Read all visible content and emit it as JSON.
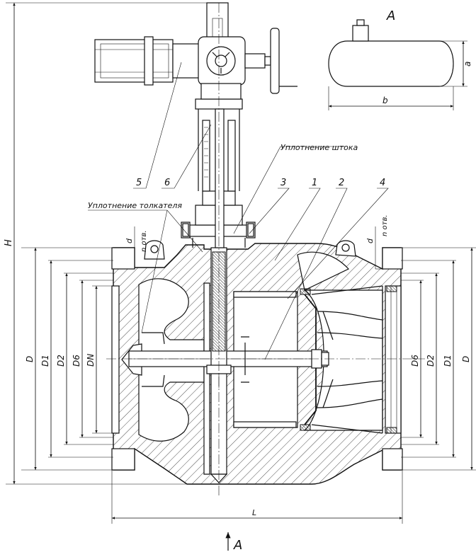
{
  "view_label": "A",
  "arrow_label": "A",
  "callouts": {
    "stem_seal": "Уплотнение штока",
    "pusher_seal": "Уплотнение толкателя",
    "positions": [
      "1",
      "2",
      "3",
      "4",
      "5",
      "6"
    ]
  },
  "dimensions": {
    "left": [
      "D",
      "D1",
      "D2",
      "D6",
      "DN"
    ],
    "right": [
      "D6",
      "D2",
      "D1",
      "D"
    ],
    "height": "H",
    "length": "L",
    "bolt_d": "d",
    "bolt_n": "n отв.",
    "view_a": "a",
    "view_b": "b"
  }
}
